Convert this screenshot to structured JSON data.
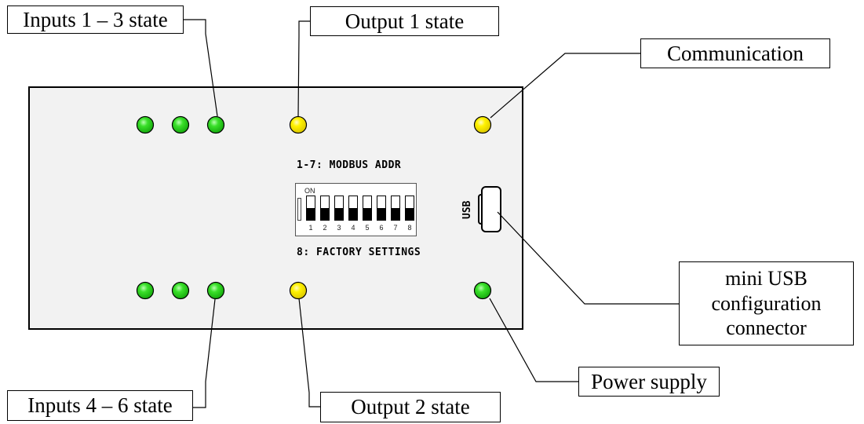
{
  "callouts": {
    "inputs_1_3": "Inputs 1 – 3 state",
    "output_1": "Output 1 state",
    "communication": "Communication",
    "mini_usb": [
      "mini USB",
      "configuration",
      "connector"
    ],
    "power_supply": "Power supply",
    "inputs_4_6": "Inputs 4 – 6 state",
    "output_2": "Output 2 state"
  },
  "board": {
    "modbus_label": "1-7: MODBUS ADDR",
    "factory_label": "8: FACTORY SETTINGS",
    "usb_label": "USB",
    "dip": {
      "on_label": "ON",
      "switches": [
        "1",
        "2",
        "3",
        "4",
        "5",
        "6",
        "7",
        "8"
      ]
    }
  },
  "colors": {
    "led_green": "#2ecc1f",
    "led_yellow": "#ffee00",
    "board_fill": "#f2f2f2"
  }
}
